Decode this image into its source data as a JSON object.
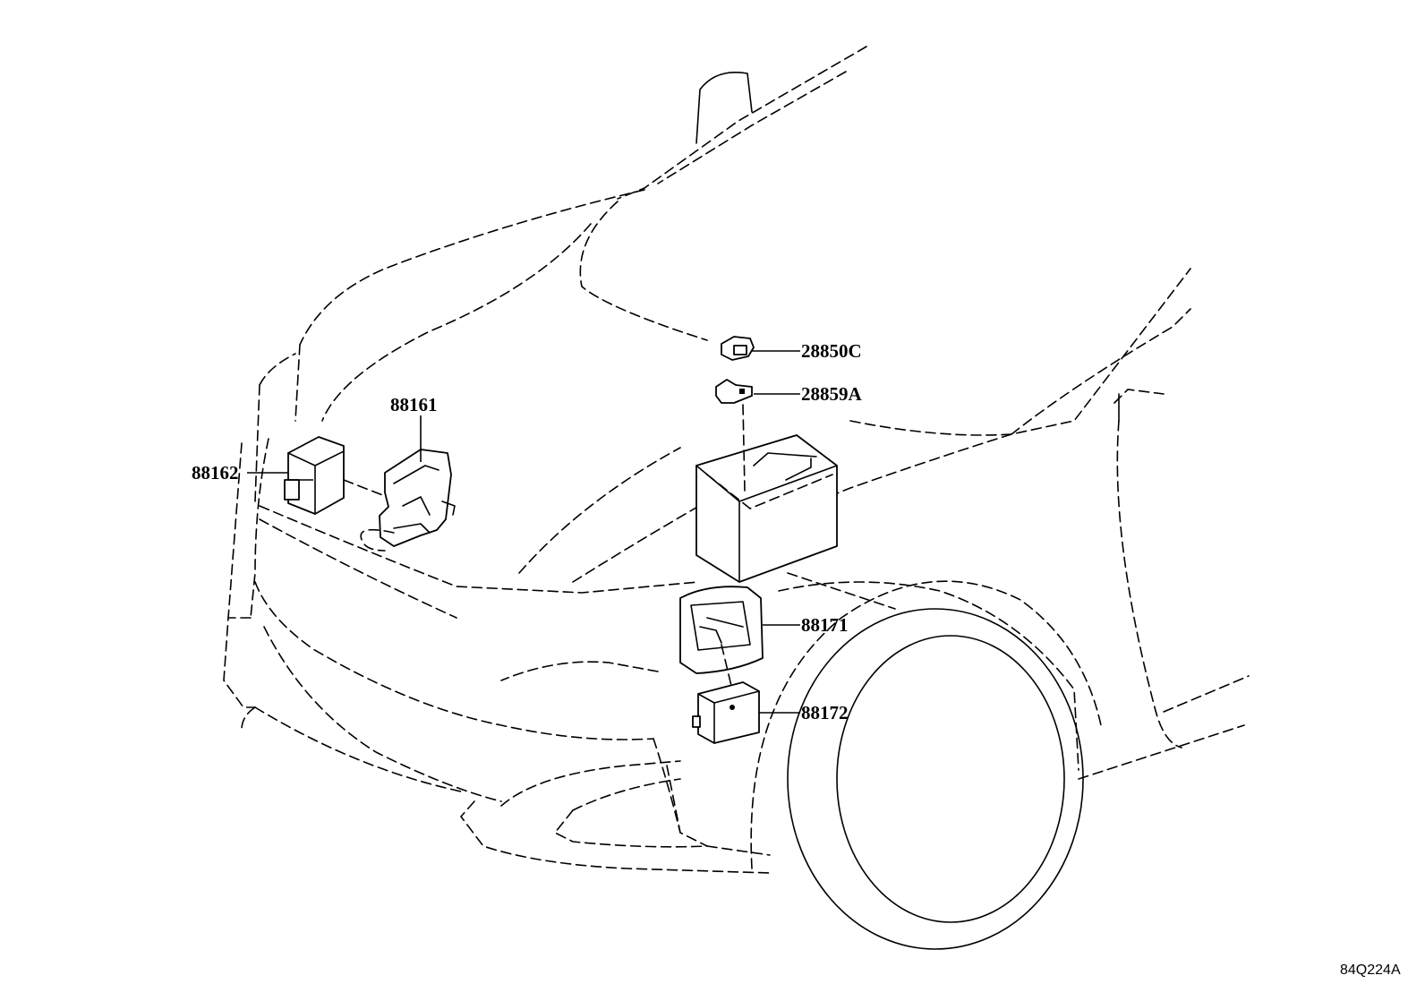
{
  "parts": {
    "p28850c": "28850C",
    "p28859a": "28859A",
    "p88161": "88161",
    "p88162": "88162",
    "p88171": "88171",
    "p88172": "88172"
  },
  "figure_code": "84Q224A"
}
